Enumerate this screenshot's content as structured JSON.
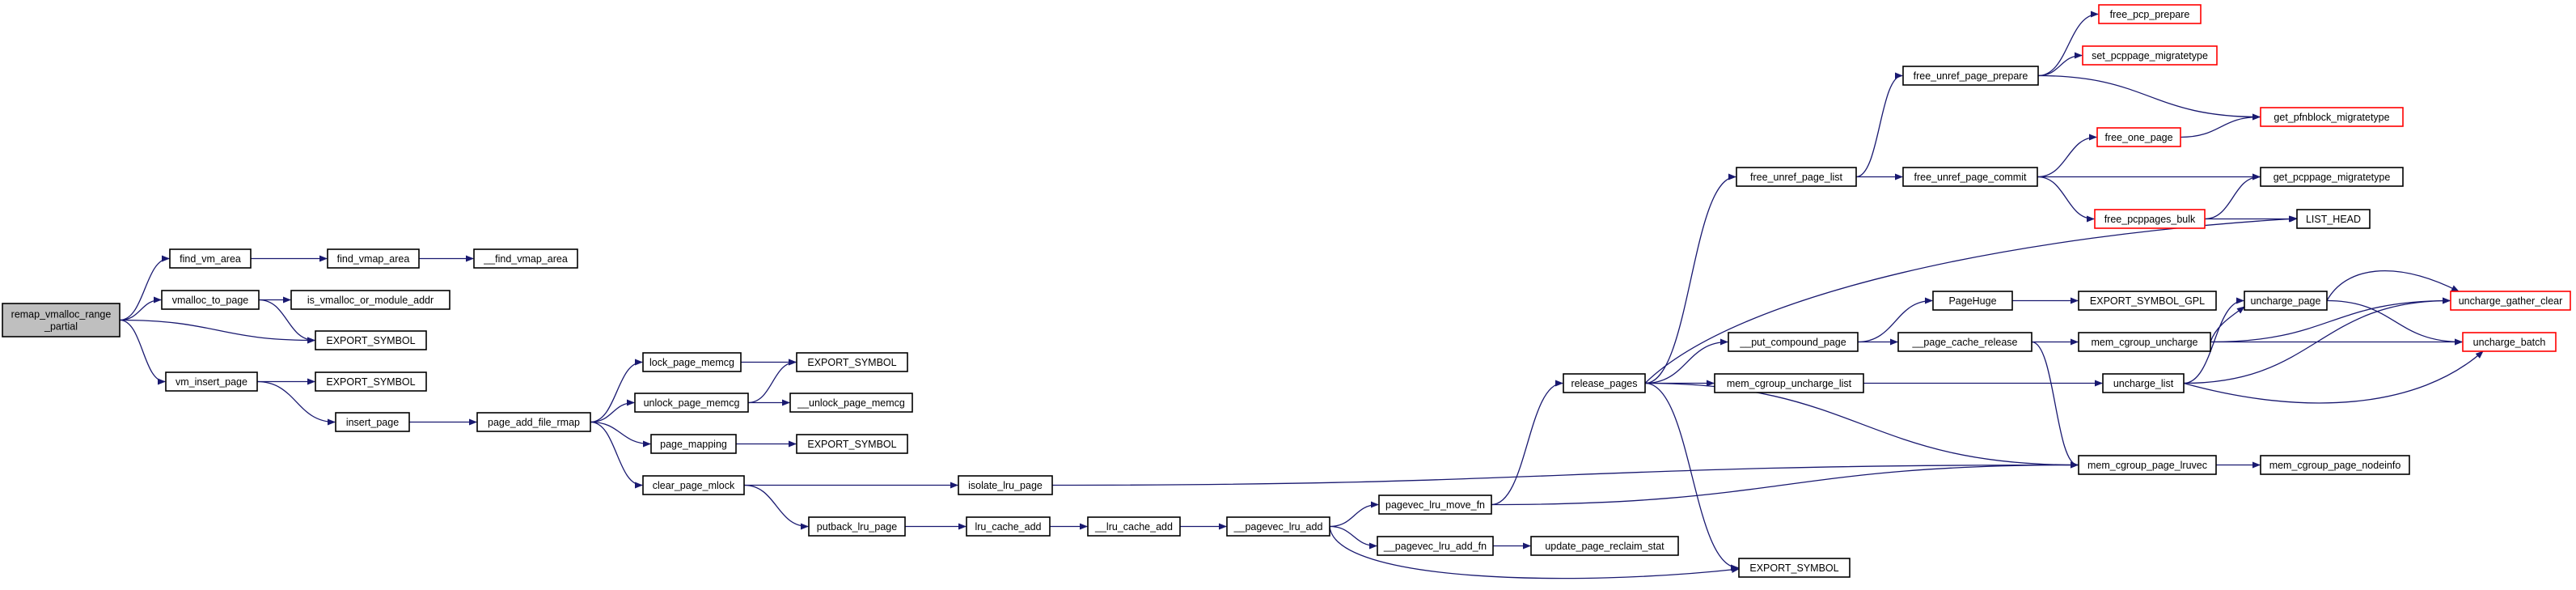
{
  "colors": {
    "edge": "#191970",
    "border_normal": "#000000",
    "border_truncated": "#ff0000",
    "root_fill": "#bfbfbf",
    "node_fill": "#ffffff"
  },
  "nodes": [
    {
      "id": "root",
      "label_lines": [
        "remap_vmalloc_range",
        "_partial"
      ],
      "style": "root"
    },
    {
      "id": "find_vm_area",
      "label_lines": [
        "find_vm_area"
      ],
      "style": "normal"
    },
    {
      "id": "find_vmap_area",
      "label_lines": [
        "find_vmap_area"
      ],
      "style": "normal"
    },
    {
      "id": "__find_vmap_area",
      "label_lines": [
        "__find_vmap_area"
      ],
      "style": "normal"
    },
    {
      "id": "vmalloc_to_page",
      "label_lines": [
        "vmalloc_to_page"
      ],
      "style": "normal"
    },
    {
      "id": "is_vmalloc_or_module_addr",
      "label_lines": [
        "is_vmalloc_or_module_addr"
      ],
      "style": "normal"
    },
    {
      "id": "export_symbol_a",
      "label_lines": [
        "EXPORT_SYMBOL"
      ],
      "style": "normal"
    },
    {
      "id": "vm_insert_page",
      "label_lines": [
        "vm_insert_page"
      ],
      "style": "normal"
    },
    {
      "id": "export_symbol_b",
      "label_lines": [
        "EXPORT_SYMBOL"
      ],
      "style": "normal"
    },
    {
      "id": "insert_page",
      "label_lines": [
        "insert_page"
      ],
      "style": "normal"
    },
    {
      "id": "page_add_file_rmap",
      "label_lines": [
        "page_add_file_rmap"
      ],
      "style": "normal"
    },
    {
      "id": "lock_page_memcg",
      "label_lines": [
        "lock_page_memcg"
      ],
      "style": "normal"
    },
    {
      "id": "export_symbol_c",
      "label_lines": [
        "EXPORT_SYMBOL"
      ],
      "style": "normal"
    },
    {
      "id": "unlock_page_memcg",
      "label_lines": [
        "unlock_page_memcg"
      ],
      "style": "normal"
    },
    {
      "id": "__unlock_page_memcg",
      "label_lines": [
        "__unlock_page_memcg"
      ],
      "style": "normal"
    },
    {
      "id": "page_mapping",
      "label_lines": [
        "page_mapping"
      ],
      "style": "normal"
    },
    {
      "id": "export_symbol_d",
      "label_lines": [
        "EXPORT_SYMBOL"
      ],
      "style": "normal"
    },
    {
      "id": "clear_page_mlock",
      "label_lines": [
        "clear_page_mlock"
      ],
      "style": "normal"
    },
    {
      "id": "isolate_lru_page",
      "label_lines": [
        "isolate_lru_page"
      ],
      "style": "normal"
    },
    {
      "id": "putback_lru_page",
      "label_lines": [
        "putback_lru_page"
      ],
      "style": "normal"
    },
    {
      "id": "lru_cache_add",
      "label_lines": [
        "lru_cache_add"
      ],
      "style": "normal"
    },
    {
      "id": "__lru_cache_add",
      "label_lines": [
        "__lru_cache_add"
      ],
      "style": "normal"
    },
    {
      "id": "__pagevec_lru_add",
      "label_lines": [
        "__pagevec_lru_add"
      ],
      "style": "normal"
    },
    {
      "id": "pagevec_lru_move_fn",
      "label_lines": [
        "pagevec_lru_move_fn"
      ],
      "style": "normal"
    },
    {
      "id": "__pagevec_lru_add_fn",
      "label_lines": [
        "__pagevec_lru_add_fn"
      ],
      "style": "normal"
    },
    {
      "id": "update_page_reclaim_stat",
      "label_lines": [
        "update_page_reclaim_stat"
      ],
      "style": "normal"
    },
    {
      "id": "export_symbol_e",
      "label_lines": [
        "EXPORT_SYMBOL"
      ],
      "style": "normal"
    },
    {
      "id": "release_pages",
      "label_lines": [
        "release_pages"
      ],
      "style": "normal"
    },
    {
      "id": "free_unref_page_list",
      "label_lines": [
        "free_unref_page_list"
      ],
      "style": "normal"
    },
    {
      "id": "free_unref_page_prepare",
      "label_lines": [
        "free_unref_page_prepare"
      ],
      "style": "normal"
    },
    {
      "id": "free_pcp_prepare",
      "label_lines": [
        "free_pcp_prepare"
      ],
      "style": "truncated"
    },
    {
      "id": "set_pcppage_migratetype",
      "label_lines": [
        "set_pcppage_migratetype"
      ],
      "style": "truncated"
    },
    {
      "id": "get_pfnblock_migratetype",
      "label_lines": [
        "get_pfnblock_migratetype"
      ],
      "style": "truncated"
    },
    {
      "id": "free_unref_page_commit",
      "label_lines": [
        "free_unref_page_commit"
      ],
      "style": "normal"
    },
    {
      "id": "free_one_page",
      "label_lines": [
        "free_one_page"
      ],
      "style": "truncated"
    },
    {
      "id": "get_pcppage_migratetype",
      "label_lines": [
        "get_pcppage_migratetype"
      ],
      "style": "normal"
    },
    {
      "id": "free_pcppages_bulk",
      "label_lines": [
        "free_pcppages_bulk"
      ],
      "style": "truncated"
    },
    {
      "id": "list_head",
      "label_lines": [
        "LIST_HEAD"
      ],
      "style": "normal"
    },
    {
      "id": "__put_compound_page",
      "label_lines": [
        "__put_compound_page"
      ],
      "style": "normal"
    },
    {
      "id": "pagehuge",
      "label_lines": [
        "PageHuge"
      ],
      "style": "normal"
    },
    {
      "id": "export_symbol_gpl",
      "label_lines": [
        "EXPORT_SYMBOL_GPL"
      ],
      "style": "normal"
    },
    {
      "id": "__page_cache_release",
      "label_lines": [
        "__page_cache_release"
      ],
      "style": "normal"
    },
    {
      "id": "mem_cgroup_uncharge",
      "label_lines": [
        "mem_cgroup_uncharge"
      ],
      "style": "normal"
    },
    {
      "id": "uncharge_page",
      "label_lines": [
        "uncharge_page"
      ],
      "style": "normal"
    },
    {
      "id": "uncharge_gather_clear",
      "label_lines": [
        "uncharge_gather_clear"
      ],
      "style": "truncated"
    },
    {
      "id": "uncharge_batch",
      "label_lines": [
        "uncharge_batch"
      ],
      "style": "truncated"
    },
    {
      "id": "mem_cgroup_uncharge_list",
      "label_lines": [
        "mem_cgroup_uncharge_list"
      ],
      "style": "normal"
    },
    {
      "id": "uncharge_list",
      "label_lines": [
        "uncharge_list"
      ],
      "style": "normal"
    },
    {
      "id": "mem_cgroup_page_lruvec",
      "label_lines": [
        "mem_cgroup_page_lruvec"
      ],
      "style": "normal"
    },
    {
      "id": "mem_cgroup_page_nodeinfo",
      "label_lines": [
        "mem_cgroup_page_nodeinfo"
      ],
      "style": "normal"
    }
  ],
  "edges": [
    [
      "root",
      "find_vm_area"
    ],
    [
      "root",
      "vmalloc_to_page"
    ],
    [
      "root",
      "export_symbol_a"
    ],
    [
      "root",
      "vm_insert_page"
    ],
    [
      "find_vm_area",
      "find_vmap_area"
    ],
    [
      "find_vmap_area",
      "__find_vmap_area"
    ],
    [
      "vmalloc_to_page",
      "is_vmalloc_or_module_addr"
    ],
    [
      "vmalloc_to_page",
      "export_symbol_a"
    ],
    [
      "vm_insert_page",
      "export_symbol_b"
    ],
    [
      "vm_insert_page",
      "insert_page"
    ],
    [
      "insert_page",
      "page_add_file_rmap"
    ],
    [
      "page_add_file_rmap",
      "lock_page_memcg"
    ],
    [
      "page_add_file_rmap",
      "unlock_page_memcg"
    ],
    [
      "page_add_file_rmap",
      "page_mapping"
    ],
    [
      "page_add_file_rmap",
      "clear_page_mlock"
    ],
    [
      "lock_page_memcg",
      "export_symbol_c"
    ],
    [
      "unlock_page_memcg",
      "export_symbol_c"
    ],
    [
      "unlock_page_memcg",
      "__unlock_page_memcg"
    ],
    [
      "page_mapping",
      "export_symbol_d"
    ],
    [
      "clear_page_mlock",
      "isolate_lru_page"
    ],
    [
      "clear_page_mlock",
      "putback_lru_page"
    ],
    [
      "isolate_lru_page",
      "mem_cgroup_page_lruvec"
    ],
    [
      "putback_lru_page",
      "lru_cache_add"
    ],
    [
      "lru_cache_add",
      "__lru_cache_add"
    ],
    [
      "__lru_cache_add",
      "__pagevec_lru_add"
    ],
    [
      "__pagevec_lru_add",
      "pagevec_lru_move_fn"
    ],
    [
      "__pagevec_lru_add",
      "__pagevec_lru_add_fn"
    ],
    [
      "__pagevec_lru_add",
      "export_symbol_e"
    ],
    [
      "pagevec_lru_move_fn",
      "release_pages"
    ],
    [
      "pagevec_lru_move_fn",
      "mem_cgroup_page_lruvec"
    ],
    [
      "__pagevec_lru_add_fn",
      "update_page_reclaim_stat"
    ],
    [
      "release_pages",
      "free_unref_page_list"
    ],
    [
      "release_pages",
      "list_head"
    ],
    [
      "release_pages",
      "__put_compound_page"
    ],
    [
      "release_pages",
      "mem_cgroup_uncharge_list"
    ],
    [
      "release_pages",
      "mem_cgroup_page_lruvec"
    ],
    [
      "release_pages",
      "export_symbol_e"
    ],
    [
      "free_unref_page_list",
      "free_unref_page_prepare"
    ],
    [
      "free_unref_page_list",
      "free_unref_page_commit"
    ],
    [
      "free_unref_page_prepare",
      "free_pcp_prepare"
    ],
    [
      "free_unref_page_prepare",
      "set_pcppage_migratetype"
    ],
    [
      "free_unref_page_prepare",
      "get_pfnblock_migratetype"
    ],
    [
      "free_unref_page_commit",
      "free_one_page"
    ],
    [
      "free_unref_page_commit",
      "get_pcppage_migratetype"
    ],
    [
      "free_unref_page_commit",
      "free_pcppages_bulk"
    ],
    [
      "free_one_page",
      "get_pfnblock_migratetype"
    ],
    [
      "free_pcppages_bulk",
      "get_pcppage_migratetype"
    ],
    [
      "free_pcppages_bulk",
      "list_head"
    ],
    [
      "__put_compound_page",
      "pagehuge"
    ],
    [
      "__put_compound_page",
      "__page_cache_release"
    ],
    [
      "pagehuge",
      "export_symbol_gpl"
    ],
    [
      "__page_cache_release",
      "mem_cgroup_uncharge"
    ],
    [
      "__page_cache_release",
      "mem_cgroup_page_lruvec"
    ],
    [
      "mem_cgroup_uncharge",
      "uncharge_page"
    ],
    [
      "mem_cgroup_uncharge",
      "uncharge_gather_clear"
    ],
    [
      "mem_cgroup_uncharge",
      "uncharge_batch"
    ],
    [
      "uncharge_page",
      "uncharge_gather_clear"
    ],
    [
      "uncharge_page",
      "uncharge_batch"
    ],
    [
      "mem_cgroup_uncharge_list",
      "uncharge_list"
    ],
    [
      "uncharge_list",
      "uncharge_page"
    ],
    [
      "uncharge_list",
      "uncharge_gather_clear"
    ],
    [
      "uncharge_list",
      "uncharge_batch"
    ],
    [
      "mem_cgroup_page_lruvec",
      "mem_cgroup_page_nodeinfo"
    ]
  ]
}
